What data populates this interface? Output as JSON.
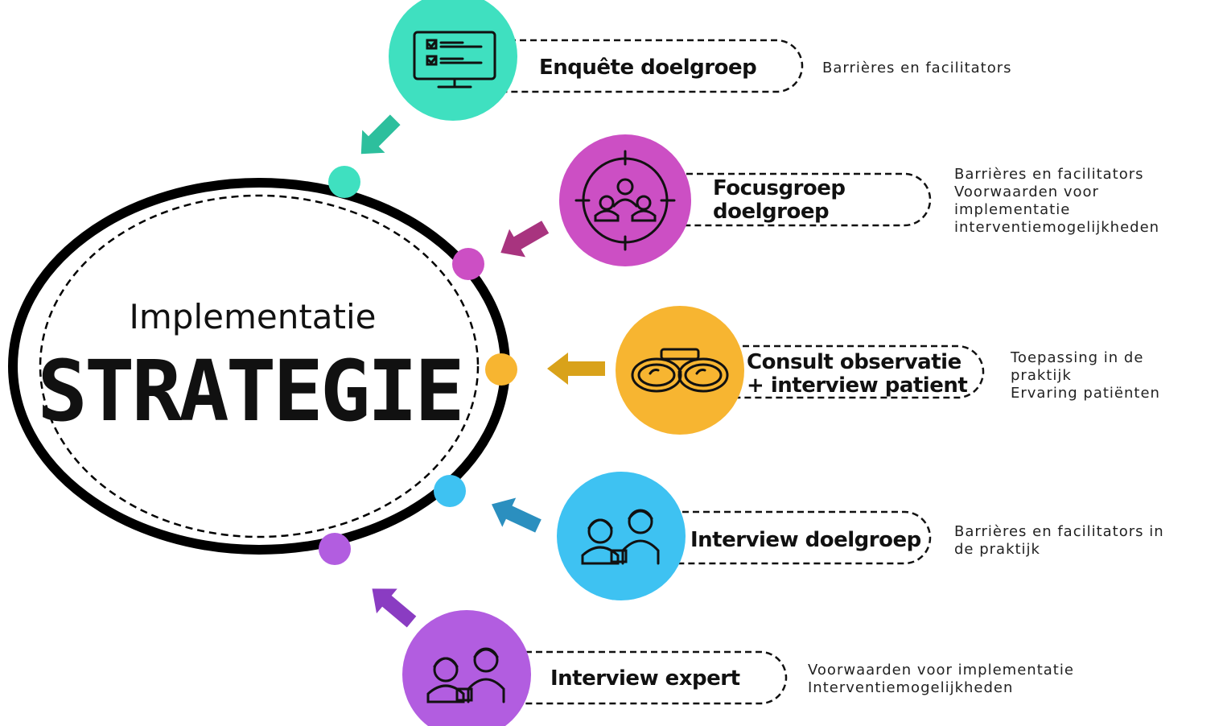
{
  "center": {
    "title_small": "Implementatie",
    "title_big": "STRATEGIE"
  },
  "steps": [
    {
      "label_lines": [
        "Enquête doelgroep"
      ],
      "outcomes": [
        "Barrières en facilitators"
      ],
      "color": "#3fe0c0",
      "arrow_color": "#2dbf9d",
      "icon": "survey-monitor-icon"
    },
    {
      "label_lines": [
        "Focusgroep",
        "doelgroep"
      ],
      "outcomes": [
        "Barrières en facilitators",
        "Voorwaarden voor",
        "implementatie",
        "interventiemogelijkheden"
      ],
      "color": "#cc4fc4",
      "arrow_color": "#a8347f",
      "icon": "focus-group-target-icon"
    },
    {
      "label_lines": [
        "Consult observatie",
        "+ interview patient"
      ],
      "outcomes": [
        "Toepassing in de",
        "praktijk",
        "Ervaring patiënten"
      ],
      "color": "#f7b531",
      "arrow_color": "#d9a21a",
      "icon": "binoculars-icon"
    },
    {
      "label_lines": [
        "Interview doelgroep"
      ],
      "outcomes": [
        "Barrières en facilitators in",
        "de praktijk"
      ],
      "color": "#3ec2f2",
      "arrow_color": "#2b8fbf",
      "icon": "two-people-icon"
    },
    {
      "label_lines": [
        "Interview expert"
      ],
      "outcomes": [
        "Voorwaarden voor implementatie",
        "Interventiemogelijkheden"
      ],
      "color": "#b25de0",
      "arrow_color": "#8a3cc2",
      "icon": "two-people-icon"
    }
  ]
}
